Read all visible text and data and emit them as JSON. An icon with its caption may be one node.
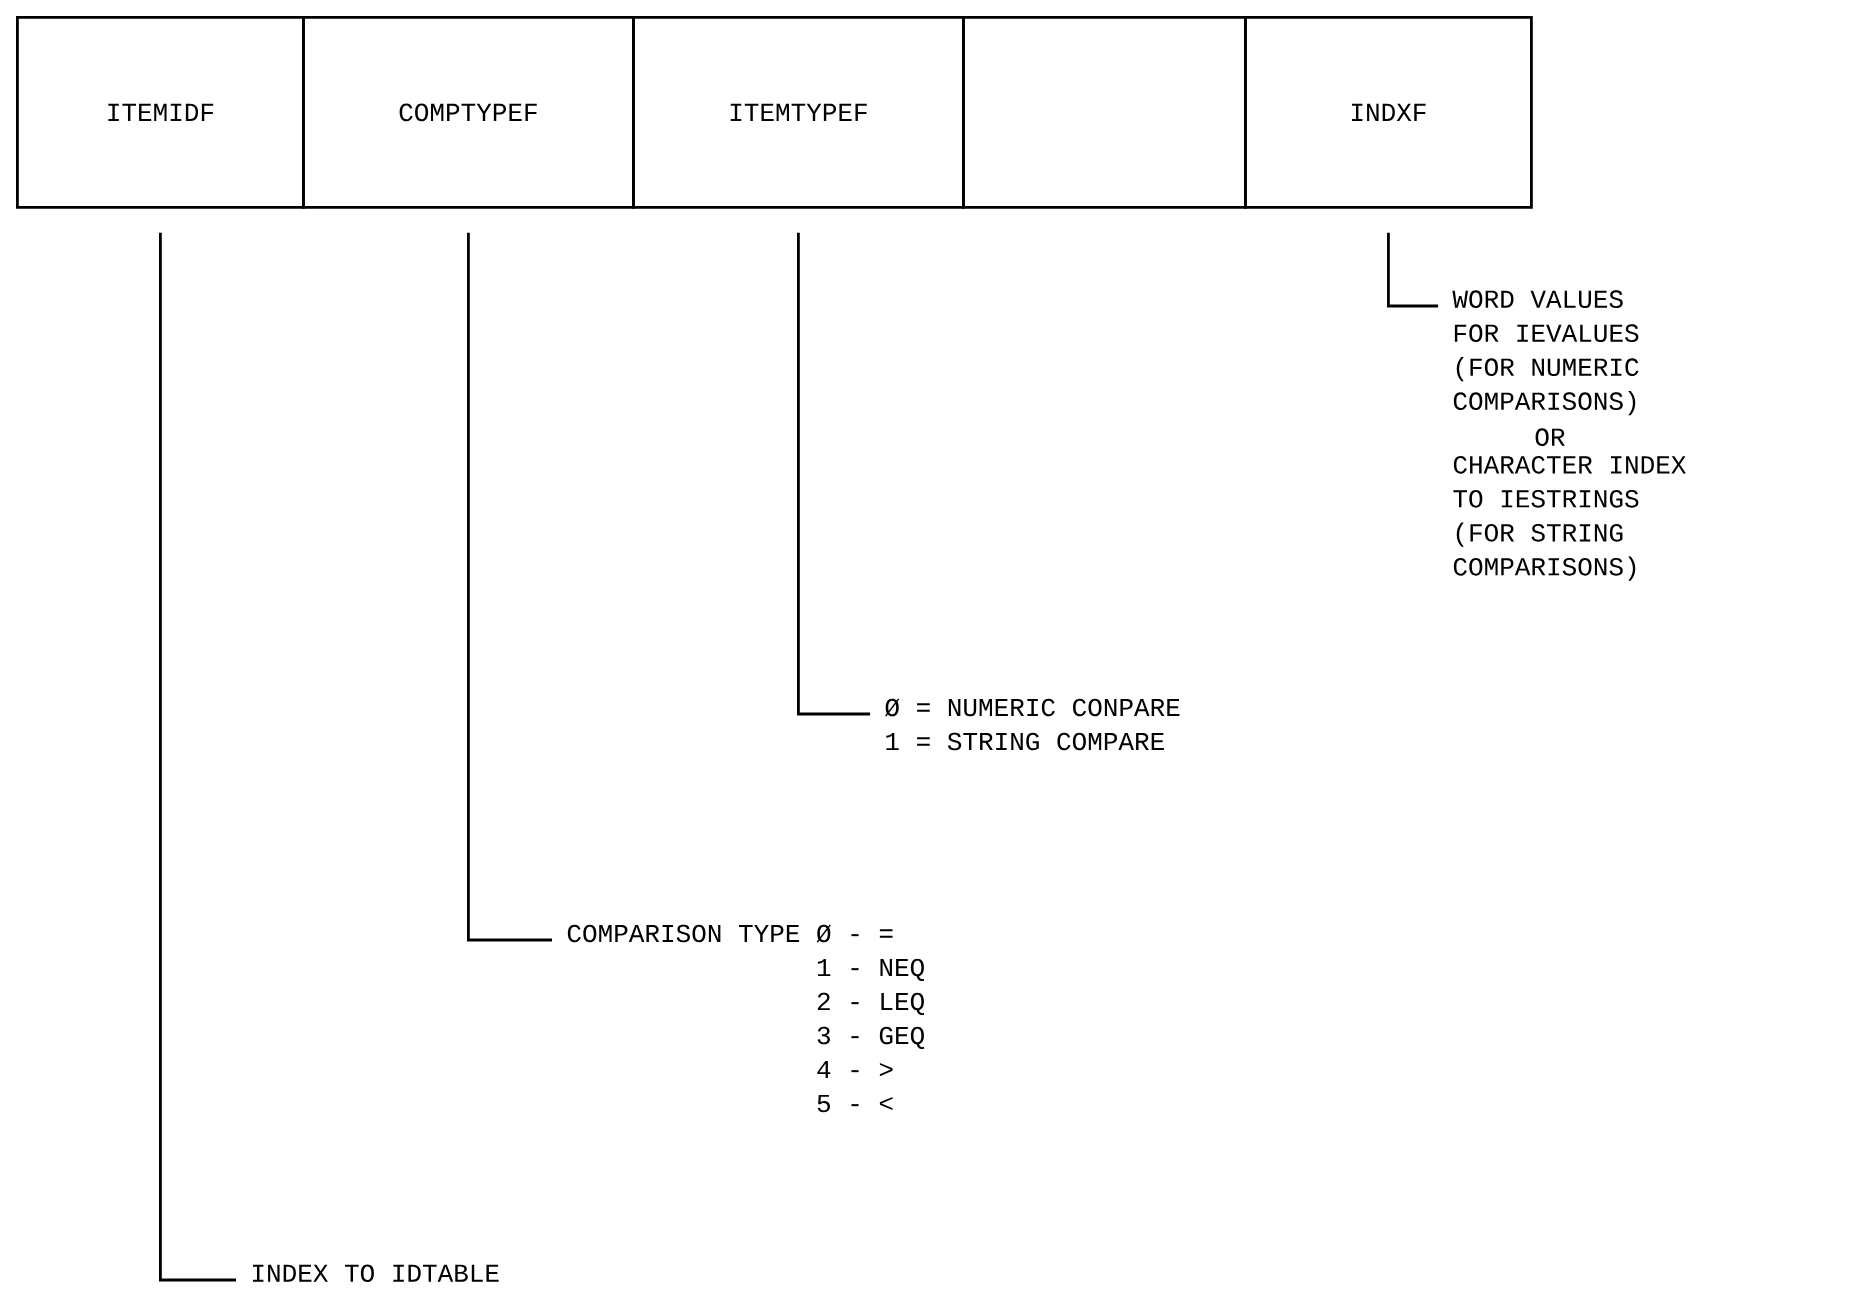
{
  "diagram": {
    "nodes": [
      {
        "text": [
          "ITEMIDF"
        ]
      },
      {
        "text": [
          "COMPTYPEF"
        ]
      },
      {
        "text": [
          "ITEMTYPEF"
        ]
      },
      {
        "text": [],
        "shape": "box"
      },
      {
        "text": [
          "INDXF"
        ]
      },
      {
        "text": [
          "WORD VALUES FOR IEVALUES (FOR NUMERIC COMPARISONS)",
          "OR",
          "CHARACTER INDEX TO IESTRINGS (FOR STRING COMPARISONS)"
        ]
      },
      {
        "text": [
          "Ø = NUMERIC CONPARE",
          "1 = STRING COMPARE"
        ]
      },
      {
        "text": [
          "COMPARISON TYPE Ø - =",
          "1 - NEQ",
          "2 - LEQ",
          "3 - GEQ",
          "4 - >",
          "5 - <"
        ]
      },
      {
        "text": [
          "INDEX TO IDTABLE"
        ]
      }
    ],
    "edges": [
      {
        "from": 4,
        "to": 5,
        "arrow": "none"
      },
      {
        "from": 2,
        "to": 6,
        "arrow": "none"
      },
      {
        "from": 1,
        "to": 7,
        "arrow": "none"
      },
      {
        "from": 0,
        "to": 8,
        "arrow": "none"
      }
    ]
  }
}
